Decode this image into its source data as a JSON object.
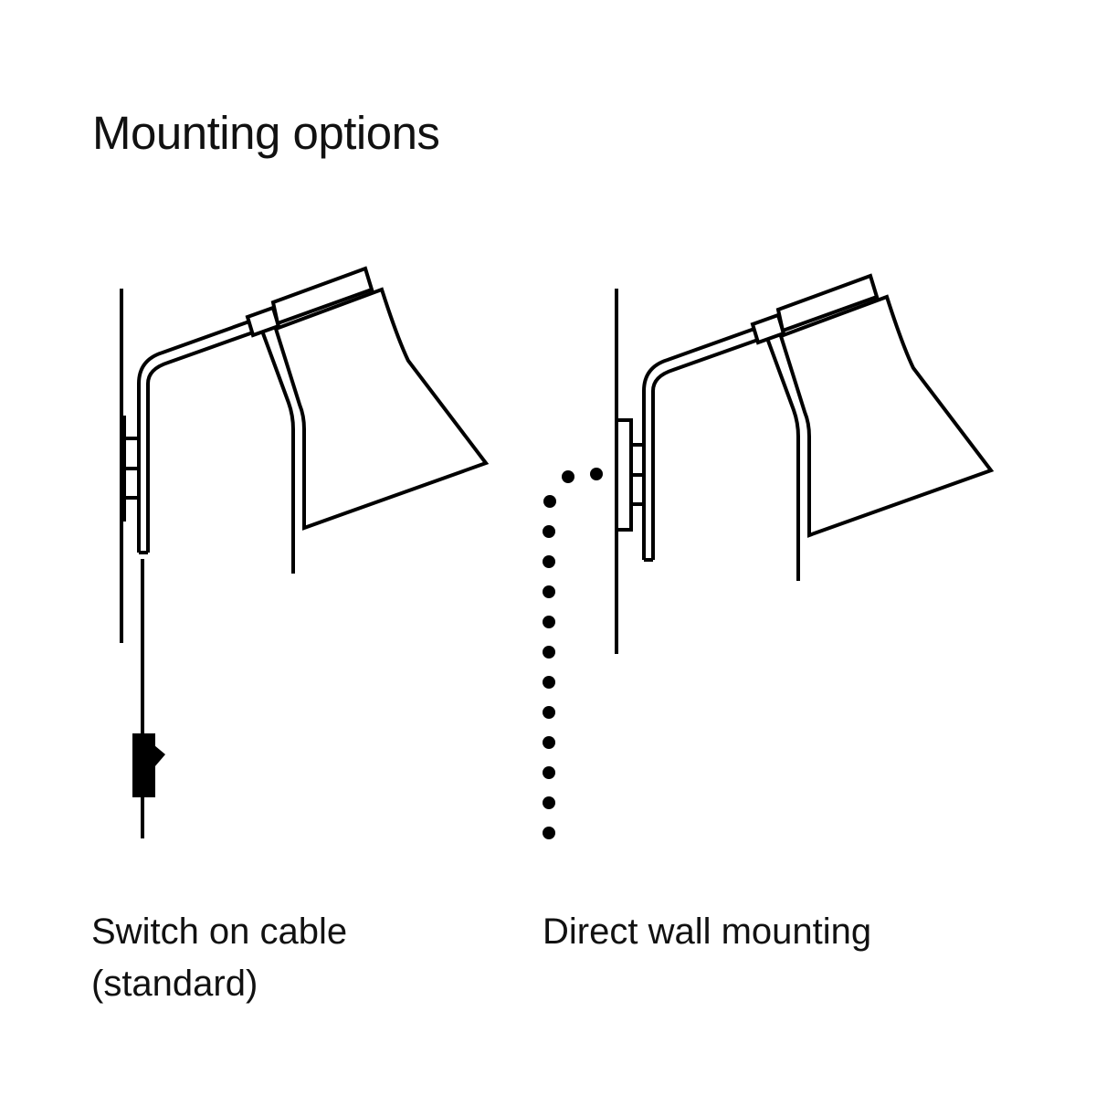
{
  "title": "Mounting options",
  "options": [
    {
      "caption_line1": "Switch on cable",
      "caption_line2": "(standard)",
      "icon": "wall-lamp-with-cable-switch"
    },
    {
      "caption_line1": "Direct wall mounting",
      "icon": "wall-lamp-direct-mount"
    }
  ],
  "colors": {
    "ink": "#000000",
    "background": "#ffffff"
  }
}
